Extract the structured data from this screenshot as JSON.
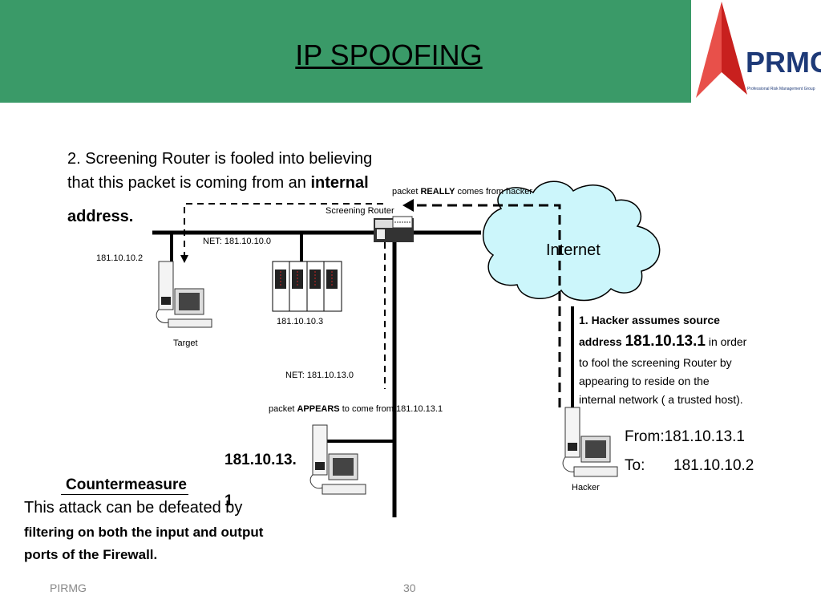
{
  "title": "IP SPOOFING",
  "logo": {
    "text": "PRMG",
    "subtext": "Professional Risk Management Group"
  },
  "intro": {
    "line1": "2. Screening Router is fooled into believing",
    "line2_pre": "that this packet is coming from an ",
    "line2_bold": "internal",
    "line3_bold": "address."
  },
  "diagram": {
    "packet_really_pre": "packet ",
    "packet_really_bold": "REALLY",
    "packet_really_post": " comes from hacker",
    "screening_router": "Screening Router",
    "net_a": "NET: 181.10.10.0",
    "net_b": "NET: 181.10.13.0",
    "ip_target": "181.10.10.2",
    "ip_server": "181.10.10.3",
    "target": "Target",
    "hacker": "Hacker",
    "internet": "Internet",
    "packet_appears_pre": "packet ",
    "packet_appears_bold": "APPEARS",
    "packet_appears_post": " to come from 181.10.13.1",
    "host_ip_line1": "181.10.13.",
    "host_ip_line2": "1"
  },
  "hacker_note": {
    "line1_bold": "1. Hacker assumes source",
    "line2_bold": "address ",
    "line2_big": "181.10.13.1",
    "line2_post": " in order",
    "line3": "to fool the screening Router by",
    "line4": "appearing to reside on the",
    "line5": "internal network ( a trusted host)."
  },
  "packet": {
    "from_label": "From:",
    "from_value": "181.10.13.1",
    "to_label": "To:",
    "to_value": "181.10.10.2"
  },
  "countermeasure": {
    "heading": "Countermeasure",
    "line1": "This attack can be defeated by",
    "line2": "filtering on both the input and output",
    "line3": "ports of the Firewall."
  },
  "footer": {
    "left": "PIRMG",
    "page": "30"
  },
  "colors": {
    "banner": "#3a9a68",
    "cloud": "#ccf6fb",
    "logo_red": "#d42a2a",
    "logo_navy": "#1e3a78"
  }
}
